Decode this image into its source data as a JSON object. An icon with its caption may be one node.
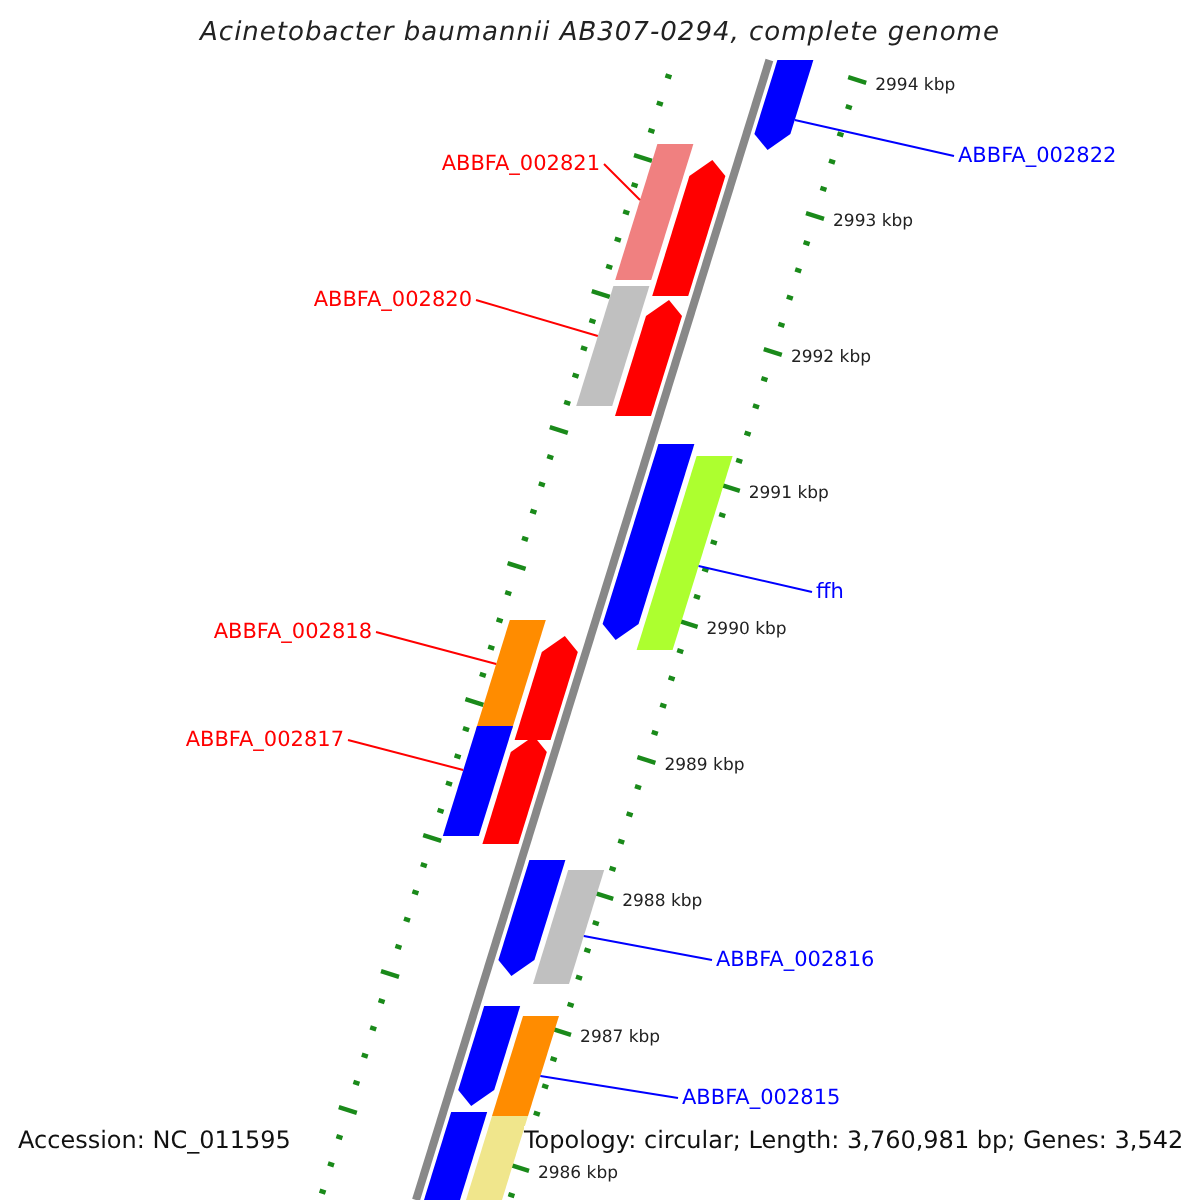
{
  "diagram": {
    "title": "Acinetobacter baumannii AB307-0294, complete genome",
    "nodes": [
      {
        "text": [
          "ABBFA_002822"
        ]
      },
      {
        "text": [
          "ABBFA_002821"
        ]
      },
      {
        "text": [
          "ABBFA_002820"
        ]
      },
      {
        "text": [
          "ffh"
        ]
      },
      {
        "text": [
          "ABBFA_002818"
        ]
      },
      {
        "text": [
          "ABBFA_002817"
        ]
      },
      {
        "text": [
          "ABBFA_002816"
        ]
      },
      {
        "text": [
          "ABBFA_002815"
        ]
      },
      {
        "text": [],
        "shape": "bar"
      },
      {
        "text": [],
        "shape": "bar"
      },
      {
        "text": [],
        "shape": "bar"
      },
      {
        "text": [],
        "shape": "bar"
      },
      {
        "text": [],
        "shape": "bar"
      },
      {
        "text": [],
        "shape": "bar"
      },
      {
        "text": [],
        "shape": "bar"
      },
      {
        "text": [],
        "shape": "bar"
      },
      {
        "text": [],
        "shape": "bar"
      },
      {
        "text": [],
        "shape": "bar"
      },
      {
        "text": [],
        "shape": "bar"
      },
      {
        "text": [],
        "shape": "bar"
      },
      {
        "text": [],
        "shape": "bar"
      },
      {
        "text": [],
        "shape": "bar"
      },
      {
        "text": [],
        "shape": "bar"
      },
      {
        "text": [],
        "shape": "bar"
      },
      {
        "text": [],
        "shape": "bar"
      }
    ],
    "edges": [
      {
        "from": 0,
        "to": 8,
        "arrow": "none",
        "color": "#0000ff"
      },
      {
        "from": 1,
        "to": 9,
        "arrow": "none",
        "color": "#ff0000"
      },
      {
        "from": 2,
        "to": 11,
        "arrow": "none",
        "color": "#ff0000"
      },
      {
        "from": 3,
        "to": 14,
        "arrow": "none",
        "color": "#0000ff"
      },
      {
        "from": 4,
        "to": 15,
        "arrow": "none",
        "color": "#ff0000"
      },
      {
        "from": 5,
        "to": 17,
        "arrow": "none",
        "color": "#ff0000"
      },
      {
        "from": 6,
        "to": 20,
        "arrow": "none",
        "color": "#0000ff"
      },
      {
        "from": 7,
        "to": 22,
        "arrow": "none",
        "color": "#0000ff"
      }
    ],
    "labels": [
      "2994 kbp",
      "2993 kbp",
      "2992 kbp",
      "2991 kbp",
      "2990 kbp",
      "2989 kbp",
      "2988 kbp",
      "2987 kbp",
      "2986 kbp",
      "Accession: NC_011595",
      "Topology: circular; Length: 3,760,981 bp; Genes: 3,542"
    ]
  }
}
